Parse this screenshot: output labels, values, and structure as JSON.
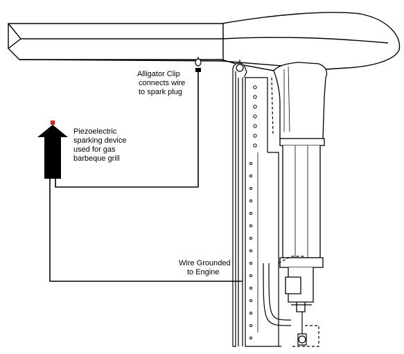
{
  "labels": {
    "alligator_clip": [
      "Alligator Clip",
      "connects wire",
      "to spark plug"
    ],
    "piezo_device": [
      "Piezoelectric",
      "sparking device",
      "used for gas",
      "barbeque grill"
    ],
    "wire_ground": [
      "Wire Grounded",
      "to Engine"
    ]
  },
  "colors": {
    "line": "#000000",
    "device_body": "#000000",
    "device_button": "#e02020",
    "background": "#ffffff"
  }
}
